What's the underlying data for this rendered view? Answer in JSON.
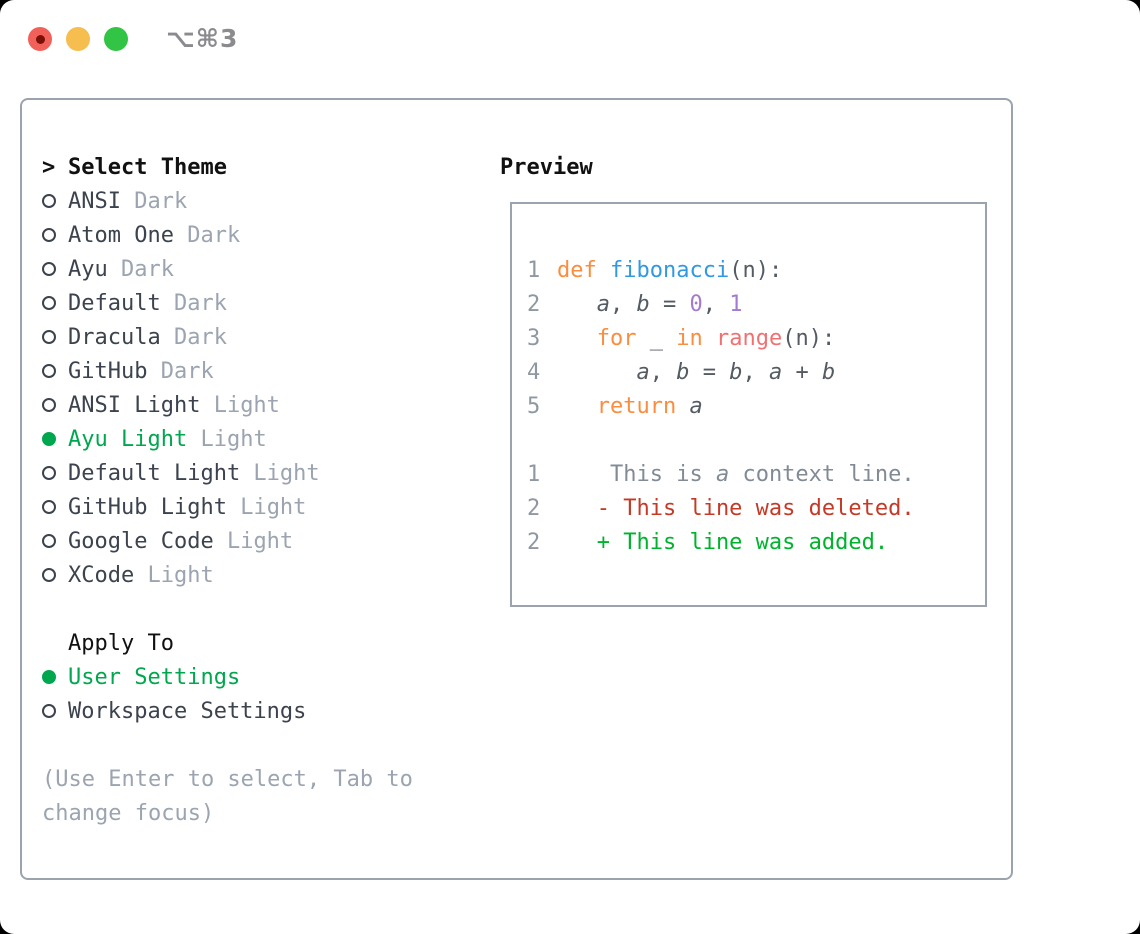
{
  "window": {
    "title": "⌥⌘3"
  },
  "colors": {
    "accent-green": "#00a74f",
    "added-green": "#00b32d",
    "deleted-red": "#c43a26",
    "keyword-orange": "#fa8d3e",
    "function-blue": "#3199e1",
    "literal-purple": "#a37acc",
    "builtin-red": "#f07171",
    "code-fg": "#545b63",
    "muted-gray": "#9ba4b0",
    "line-number-gray": "#8f98a2",
    "context-gray": "#828b95",
    "border-gray": "#9aa3ae",
    "text-dark": "#3c434e",
    "heading-black": "#111111",
    "title-gray": "#8a8a8f",
    "traffic-red": "#f2605a",
    "traffic-red-dot": "#7a1008",
    "traffic-yellow": "#f6bd4f",
    "traffic-green": "#32c444"
  },
  "theme_picker": {
    "prompt_char": ">",
    "heading": "Select Theme",
    "items": [
      {
        "name": "ANSI",
        "variant": "Dark",
        "selected": false
      },
      {
        "name": "Atom One",
        "variant": "Dark",
        "selected": false
      },
      {
        "name": "Ayu",
        "variant": "Dark",
        "selected": false
      },
      {
        "name": "Default",
        "variant": "Dark",
        "selected": false
      },
      {
        "name": "Dracula",
        "variant": "Dark",
        "selected": false
      },
      {
        "name": "GitHub",
        "variant": "Dark",
        "selected": false
      },
      {
        "name": "ANSI Light",
        "variant": "Light",
        "selected": false
      },
      {
        "name": "Ayu Light",
        "variant": "Light",
        "selected": true
      },
      {
        "name": "Default Light",
        "variant": "Light",
        "selected": false
      },
      {
        "name": "GitHub Light",
        "variant": "Light",
        "selected": false
      },
      {
        "name": "Google Code",
        "variant": "Light",
        "selected": false
      },
      {
        "name": "XCode",
        "variant": "Light",
        "selected": false
      }
    ],
    "apply_to": {
      "heading": "Apply To",
      "options": [
        {
          "label": "User Settings",
          "selected": true
        },
        {
          "label": "Workspace Settings",
          "selected": false
        }
      ]
    },
    "hint_lines": [
      "(Use Enter to select, Tab to",
      "change focus)"
    ]
  },
  "preview": {
    "heading": "Preview",
    "code_lines": [
      {
        "num": "1",
        "seg": [
          {
            "t": "def ",
            "c": "kw"
          },
          {
            "t": "fibonacci",
            "c": "fn"
          },
          {
            "t": "(n):",
            "c": "fg"
          }
        ]
      },
      {
        "num": "2",
        "seg": [
          {
            "t": "   ",
            "c": "fg"
          },
          {
            "t": "a",
            "c": "var"
          },
          {
            "t": ", ",
            "c": "fg"
          },
          {
            "t": "b",
            "c": "var"
          },
          {
            "t": " = ",
            "c": "fg"
          },
          {
            "t": "0",
            "c": "lit"
          },
          {
            "t": ", ",
            "c": "fg"
          },
          {
            "t": "1",
            "c": "lit"
          }
        ]
      },
      {
        "num": "3",
        "seg": [
          {
            "t": "   ",
            "c": "fg"
          },
          {
            "t": "for",
            "c": "kw"
          },
          {
            "t": " _ ",
            "c": "fg"
          },
          {
            "t": "in",
            "c": "kw"
          },
          {
            "t": " ",
            "c": "fg"
          },
          {
            "t": "range",
            "c": "sp"
          },
          {
            "t": "(n):",
            "c": "fg"
          }
        ]
      },
      {
        "num": "4",
        "seg": [
          {
            "t": "      ",
            "c": "fg"
          },
          {
            "t": "a",
            "c": "var"
          },
          {
            "t": ", ",
            "c": "fg"
          },
          {
            "t": "b",
            "c": "var"
          },
          {
            "t": " = ",
            "c": "fg"
          },
          {
            "t": "b",
            "c": "var"
          },
          {
            "t": ", ",
            "c": "fg"
          },
          {
            "t": "a",
            "c": "var"
          },
          {
            "t": " + ",
            "c": "fg"
          },
          {
            "t": "b",
            "c": "var"
          }
        ]
      },
      {
        "num": "5",
        "seg": [
          {
            "t": "   ",
            "c": "fg"
          },
          {
            "t": "return",
            "c": "kw"
          },
          {
            "t": " ",
            "c": "fg"
          },
          {
            "t": "a",
            "c": "var"
          }
        ]
      },
      {
        "num": "",
        "seg": []
      },
      {
        "num": "1",
        "seg": [
          {
            "t": "    This is ",
            "c": "ctx"
          },
          {
            "t": "a",
            "c": "ctxv"
          },
          {
            "t": " context line.",
            "c": "ctx"
          }
        ]
      },
      {
        "num": "2",
        "seg": [
          {
            "t": "   - This line was deleted.",
            "c": "del"
          }
        ]
      },
      {
        "num": "2",
        "seg": [
          {
            "t": "   + This line was added.",
            "c": "add"
          }
        ]
      }
    ]
  }
}
